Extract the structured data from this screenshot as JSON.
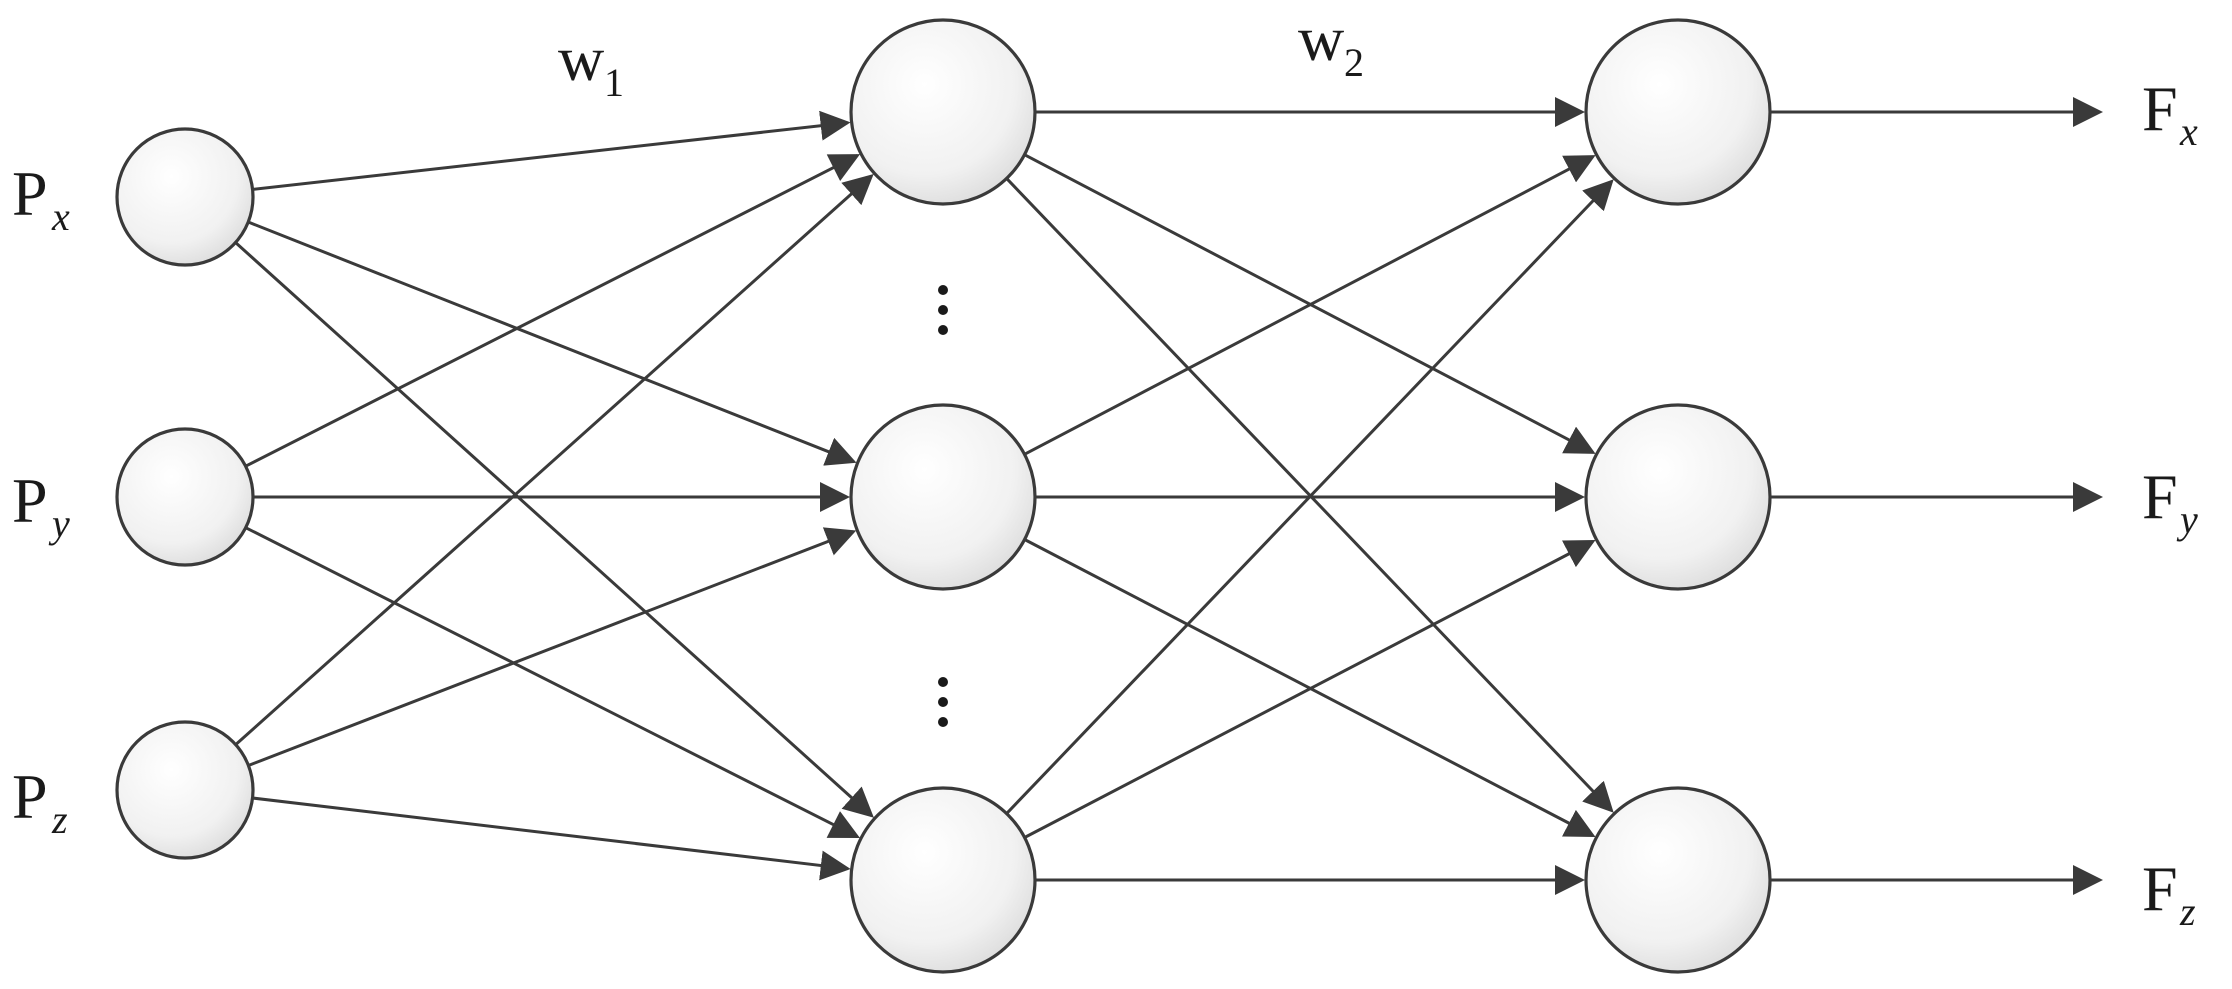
{
  "weights": [
    {
      "main": "w",
      "sub": "1"
    },
    {
      "main": "w",
      "sub": "2"
    }
  ],
  "inputs": [
    {
      "main": "P",
      "sub": "x"
    },
    {
      "main": "P",
      "sub": "y"
    },
    {
      "main": "P",
      "sub": "z"
    }
  ],
  "outputs": [
    {
      "main": "F",
      "sub": "x"
    },
    {
      "main": "F",
      "sub": "y"
    },
    {
      "main": "F",
      "sub": "z"
    }
  ],
  "ellipsis": "⋮"
}
